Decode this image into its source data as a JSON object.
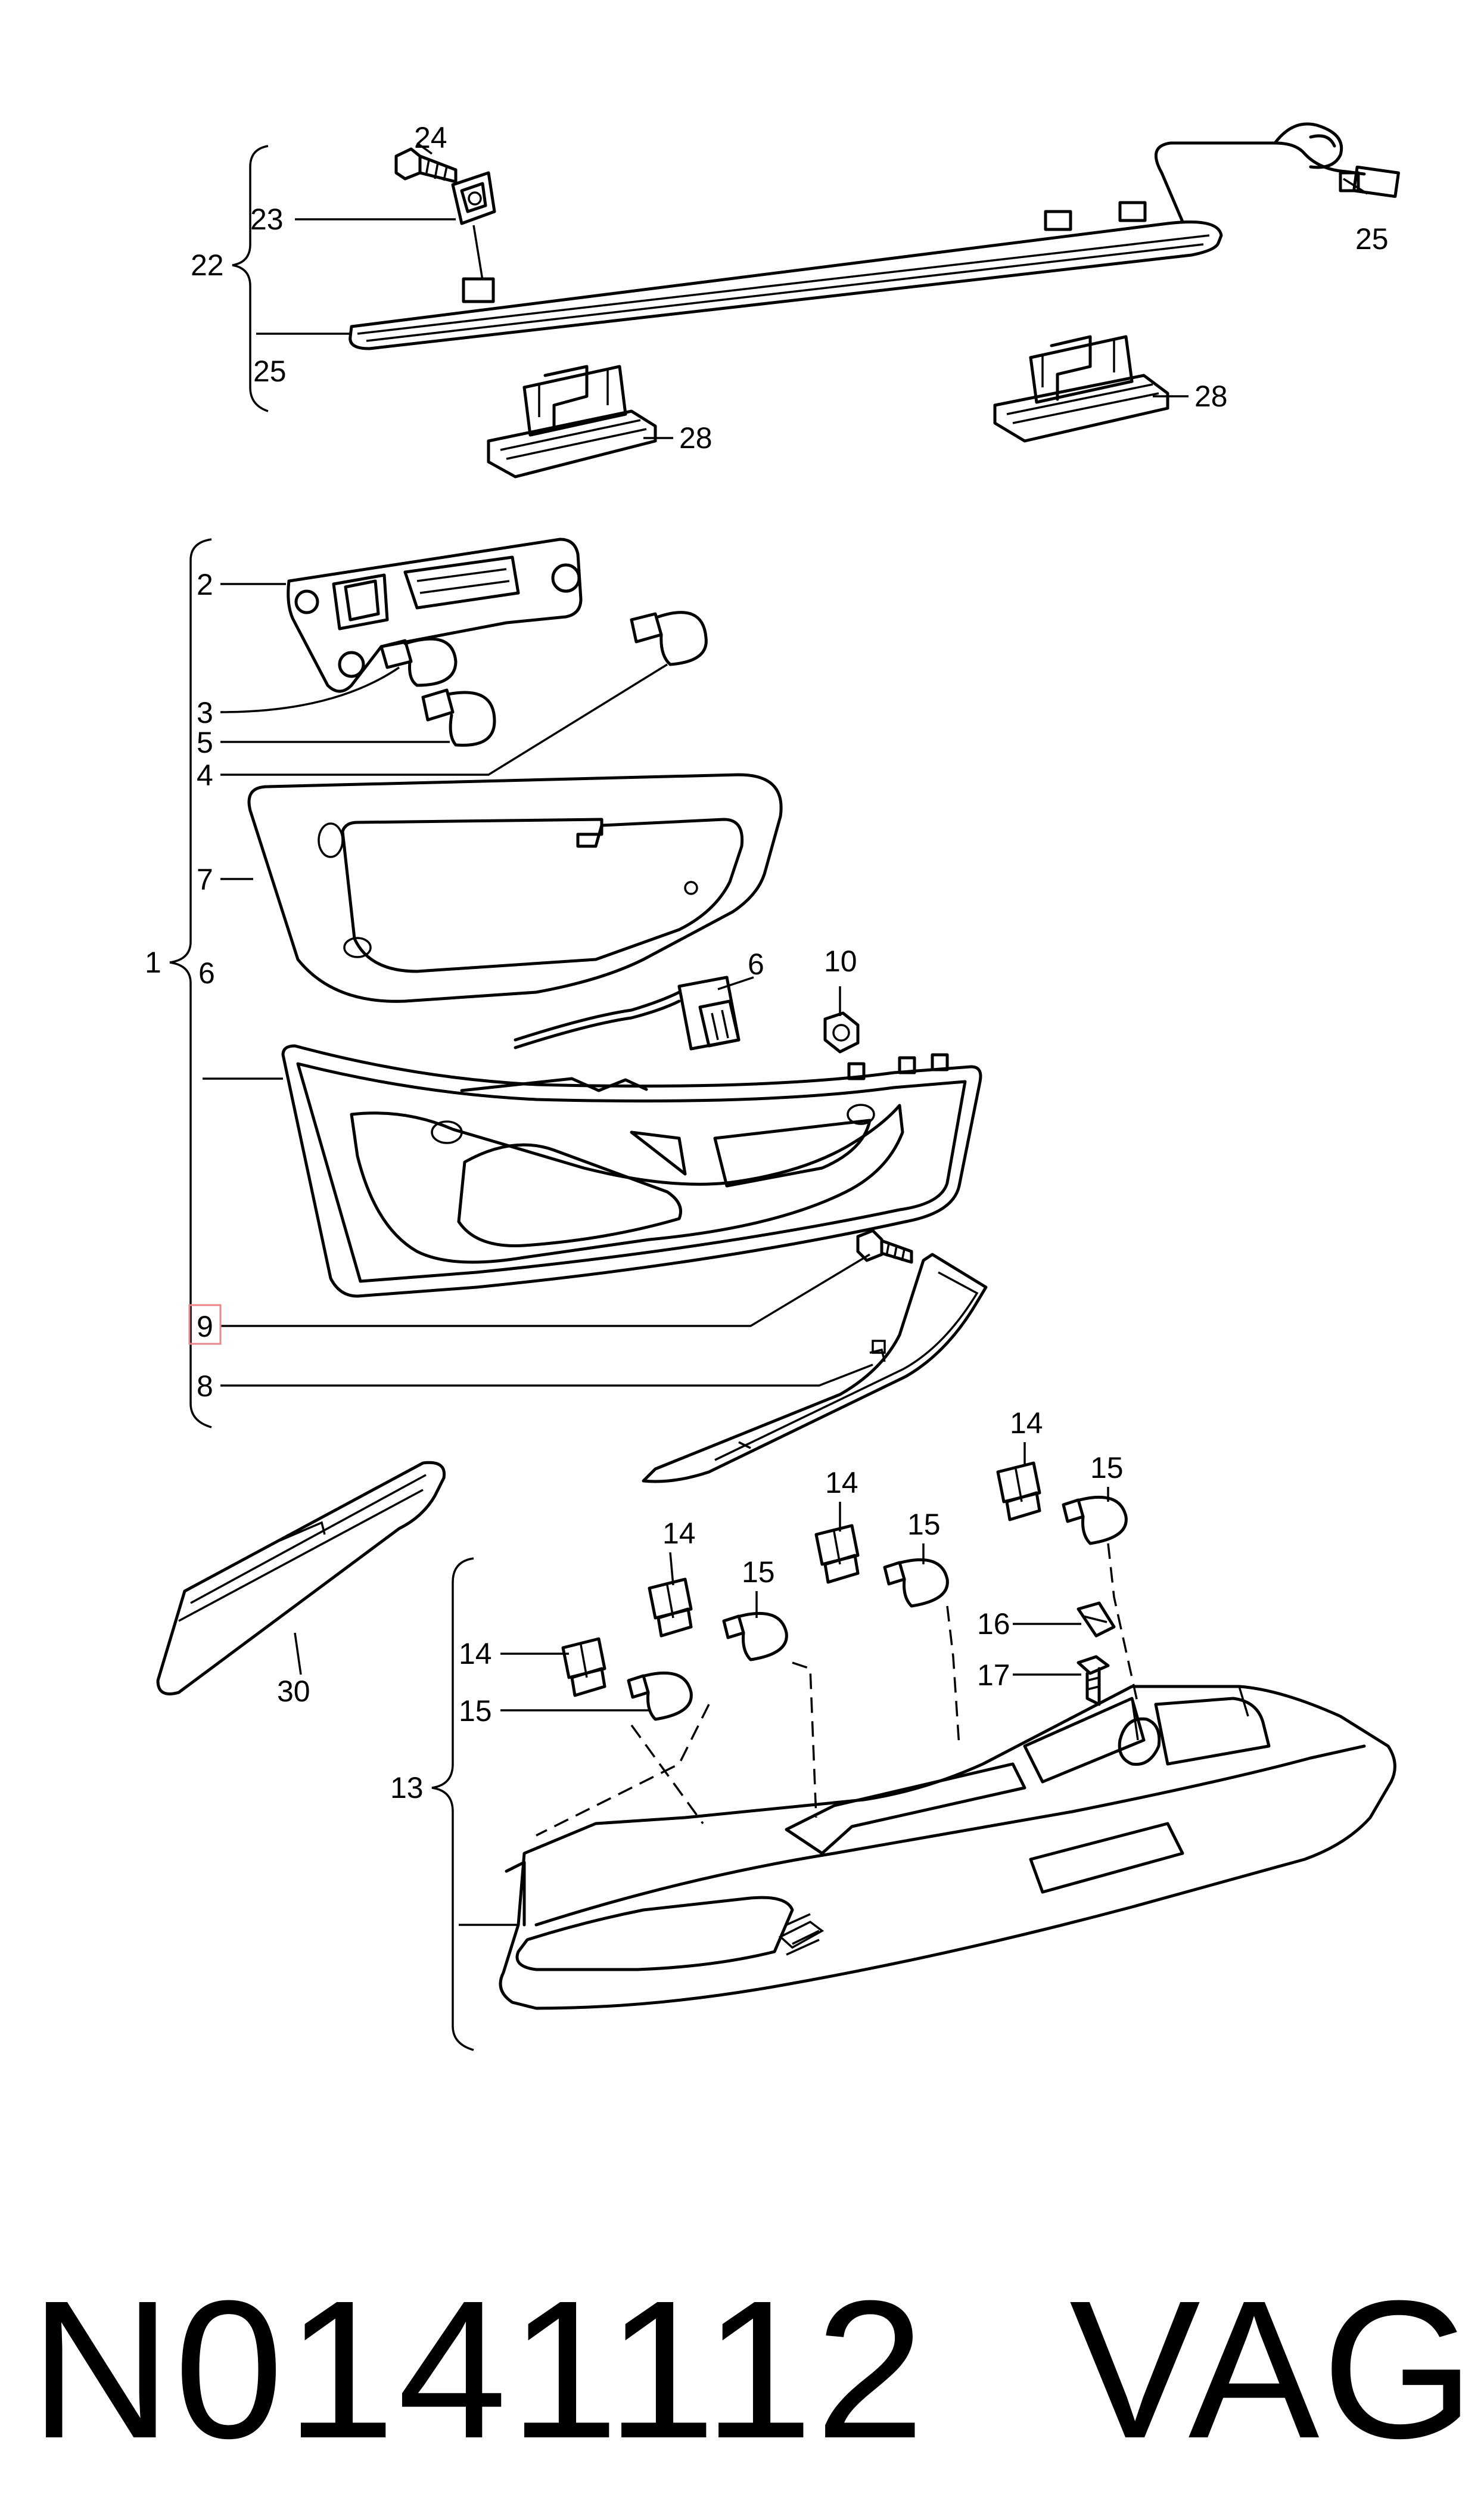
{
  "callouts": {
    "c24": "24",
    "c23": "23",
    "c22": "22",
    "c25a": "25",
    "c25b": "25",
    "c28a": "28",
    "c28b": "28",
    "c2": "2",
    "c3": "3",
    "c5": "5",
    "c4": "4",
    "c7": "7",
    "c1": "1",
    "c6a": "6",
    "c6b": "6",
    "c10": "10",
    "c9": "9",
    "c8": "8",
    "c14a": "14",
    "c15a": "15",
    "c14b": "14",
    "c15b": "15",
    "c14c": "14",
    "c15c": "15",
    "c14d": "14",
    "c15d": "15",
    "c16": "16",
    "c17": "17",
    "c13": "13",
    "c30": "30"
  },
  "highlight": {
    "part": "9",
    "color": "#e8868a"
  },
  "footer": {
    "part_number": "N0141112",
    "brand": "VAG"
  }
}
